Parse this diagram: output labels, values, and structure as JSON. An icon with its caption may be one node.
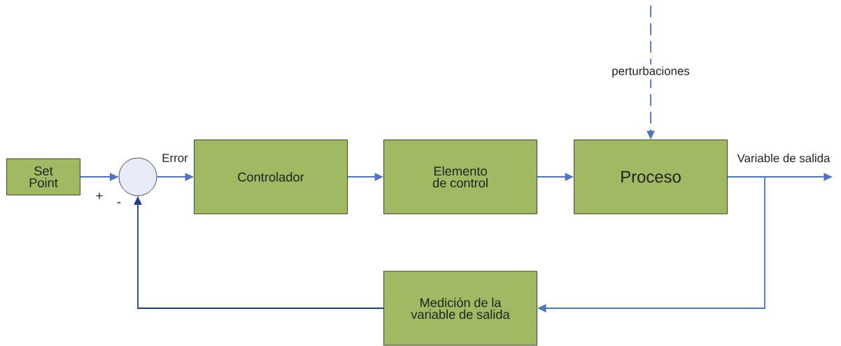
{
  "diagram": {
    "nodes": [
      {
        "text": [
          "Set Point"
        ]
      },
      {
        "text": [],
        "shape": "circle"
      },
      {
        "text": [
          "Controlador"
        ]
      },
      {
        "text": [
          "Elemento de control"
        ]
      },
      {
        "text": [
          "Proceso"
        ]
      },
      {
        "text": [
          "Medición de la variable de salida"
        ]
      }
    ],
    "edges": [
      {
        "from": 0,
        "to": 1,
        "arrow": "to"
      },
      {
        "from": 1,
        "to": 2,
        "arrow": "to",
        "label": "Error"
      },
      {
        "from": 2,
        "to": 3,
        "arrow": "to"
      },
      {
        "from": 3,
        "to": 4,
        "arrow": "to"
      },
      {
        "from": null,
        "to": 4,
        "arrow": "to",
        "style": "dashed",
        "label": "perturbaciones"
      },
      {
        "from": 4,
        "to": null,
        "arrow": "to",
        "label": "Variable de salida"
      },
      {
        "from": 4,
        "to": 5,
        "arrow": "to"
      },
      {
        "from": 5,
        "to": 1,
        "arrow": "to",
        "color": "#1f3f8a"
      }
    ],
    "labels": [
      "+",
      "-"
    ]
  }
}
